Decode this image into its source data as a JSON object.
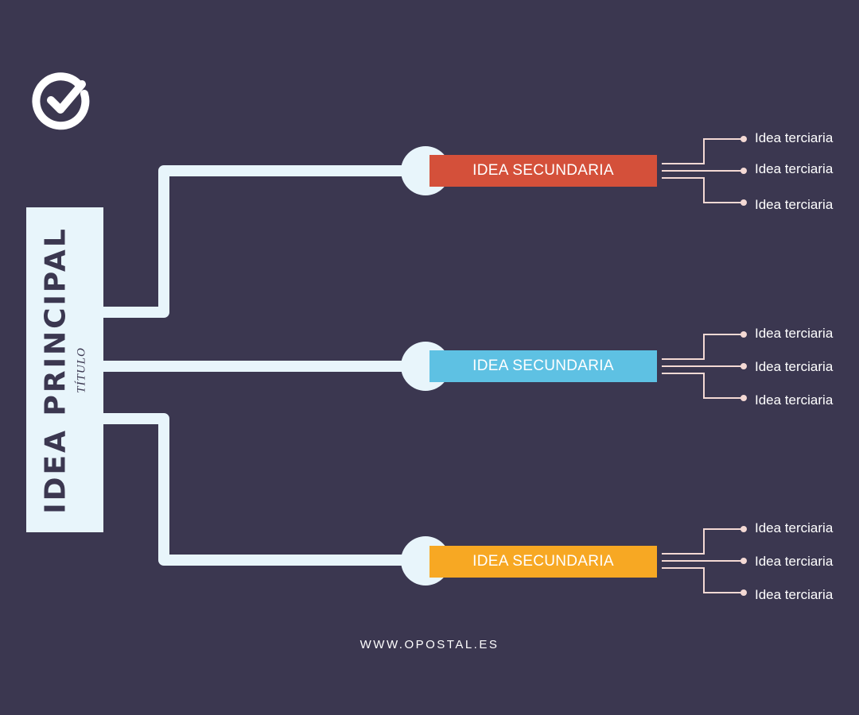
{
  "main": {
    "title": "IDEA PRINCIPAL",
    "subtitle": "TÍTULO"
  },
  "secondary": [
    {
      "label": "IDEA SECUNDARIA",
      "color": "#d4503a",
      "tertiary": [
        "Idea terciaria",
        "Idea terciaria",
        "Idea terciaria"
      ]
    },
    {
      "label": "IDEA SECUNDARIA",
      "color": "#5ec1e3",
      "tertiary": [
        "Idea terciaria",
        "Idea terciaria",
        "Idea terciaria"
      ]
    },
    {
      "label": "IDEA SECUNDARIA",
      "color": "#f7a823",
      "tertiary": [
        "Idea terciaria",
        "Idea terciaria",
        "Idea terciaria"
      ]
    }
  ],
  "footer": "WWW.OPOSTAL.ES",
  "colors": {
    "background": "#3b3750",
    "connector": "#e8f5fb",
    "tertiary_line": "#f4d9d4"
  }
}
